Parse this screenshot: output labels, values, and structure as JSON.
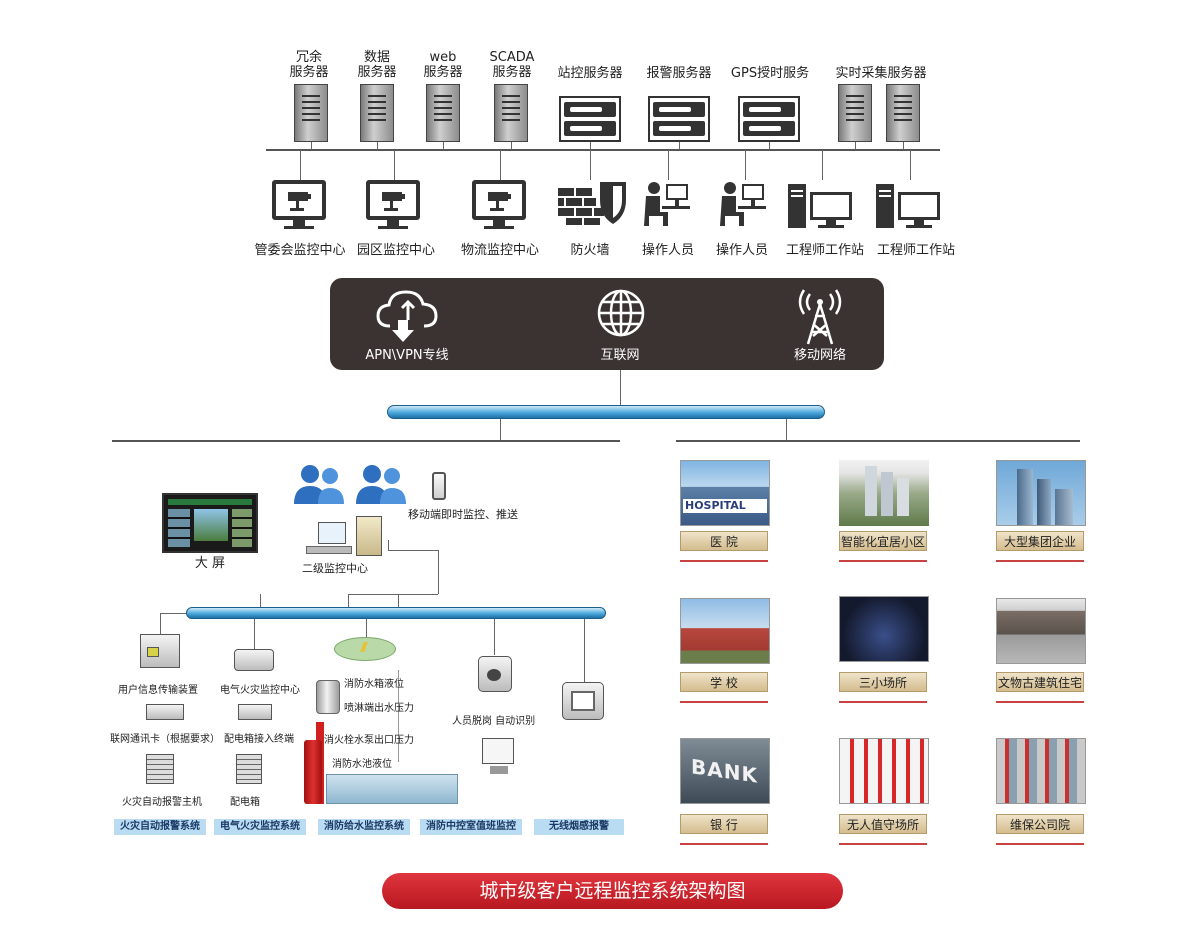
{
  "title": "城市级客户远程监控系统架构图",
  "servers": [
    {
      "l1": "冗余",
      "l2": "服务器"
    },
    {
      "l1": "数据",
      "l2": "服务器"
    },
    {
      "l1": "web",
      "l2": "服务器"
    },
    {
      "l1": "SCADA",
      "l2": "服务器"
    },
    {
      "l1": "站控服务器",
      "l2": ""
    },
    {
      "l1": "报警服务器",
      "l2": ""
    },
    {
      "l1": "GPS授时服务",
      "l2": ""
    },
    {
      "l1": "实时采集服务器",
      "l2": ""
    }
  ],
  "clients": [
    "管委会监控中心",
    "园区监控中心",
    "物流监控中心",
    "防火墙",
    "操作人员",
    "操作人员",
    "工程师工作站",
    "工程师工作站"
  ],
  "networks": [
    "APN\\VPN专线",
    "互联网",
    "移动网络"
  ],
  "left": {
    "big_screen": "大 屏",
    "mobile": "移动端即时监控、推送",
    "secondary_center": "二级监控中心",
    "col1": [
      "用户信息传输装置",
      "联网通讯卡（根据要求）",
      "火灾自动报警主机"
    ],
    "col2": [
      "电气火灾监控中心",
      "配电箱接入终端",
      "配电箱"
    ],
    "col3": [
      "消防水箱液位",
      "喷淋端出水压力",
      "消火栓水泵出口压力",
      "消防水池液位"
    ],
    "col4": "人员脱岗 自动识别",
    "systems": [
      "火灾自动报警系统",
      "电气火灾监控系统",
      "消防给水监控系统",
      "消防中控室值班监控",
      "无线烟感报警"
    ]
  },
  "right": {
    "places": [
      "医 院",
      "智能化宜居小区",
      "大型集团企业",
      "学 校",
      "三小场所",
      "文物古建筑住宅",
      "银 行",
      "无人值守场所",
      "维保公司院"
    ],
    "photo_text": {
      "hospital": "HOSPITAL",
      "bank": "BANK"
    }
  },
  "colors": {
    "band": "#3b3332",
    "pipe": "#4aa8dc",
    "title_bar": "#c8222b",
    "caption": "#d4bc8e",
    "tag": "#b9dcf3"
  }
}
